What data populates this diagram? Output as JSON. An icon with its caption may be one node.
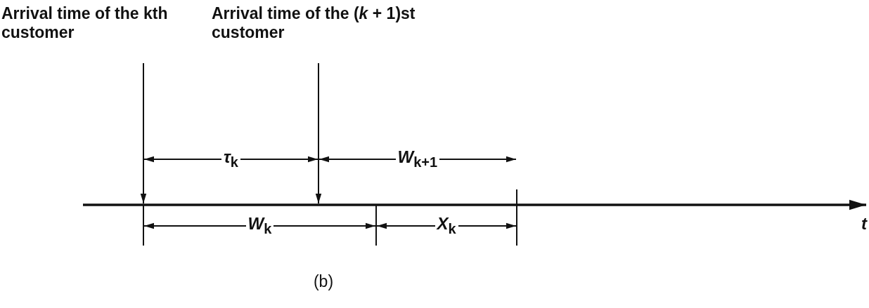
{
  "diagram": {
    "caption": "(b)",
    "nodes": [
      {
        "text": [
          "Arrival time of the kth customer"
        ]
      },
      {
        "text": [
          "Arrival time of the (*k* + 1)st customer"
        ]
      }
    ],
    "edges": [
      {
        "from": 0,
        "to": null,
        "arrow": "to"
      },
      {
        "from": 1,
        "to": null,
        "arrow": "to"
      }
    ],
    "labels": [
      "*τ*$_{k}$",
      "*W*$_{k+1}$",
      "*W*$_{k}$",
      "*X*$_{k}$",
      "*t*"
    ]
  }
}
